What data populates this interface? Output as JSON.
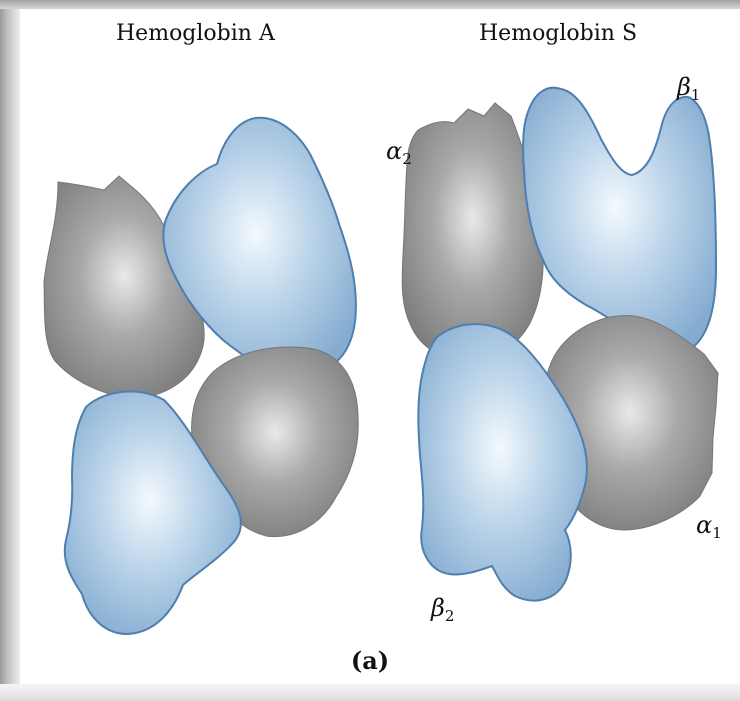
{
  "panels": [
    {
      "title": "Hemoglobin A"
    },
    {
      "title": "Hemoglobin S"
    }
  ],
  "subunit_labels": {
    "alpha2": {
      "symbol": "α",
      "index": "2"
    },
    "beta1": {
      "symbol": "β",
      "index": "1"
    },
    "alpha1": {
      "symbol": "α",
      "index": "1"
    },
    "beta2": {
      "symbol": "β",
      "index": "2"
    }
  },
  "caption": "(a)",
  "colors": {
    "alpha_subunit": "#8c8c8c",
    "beta_subunit": "#a9c7e3",
    "beta_outline": "#4f7fae",
    "frame_edge": "#b5b5b5"
  }
}
